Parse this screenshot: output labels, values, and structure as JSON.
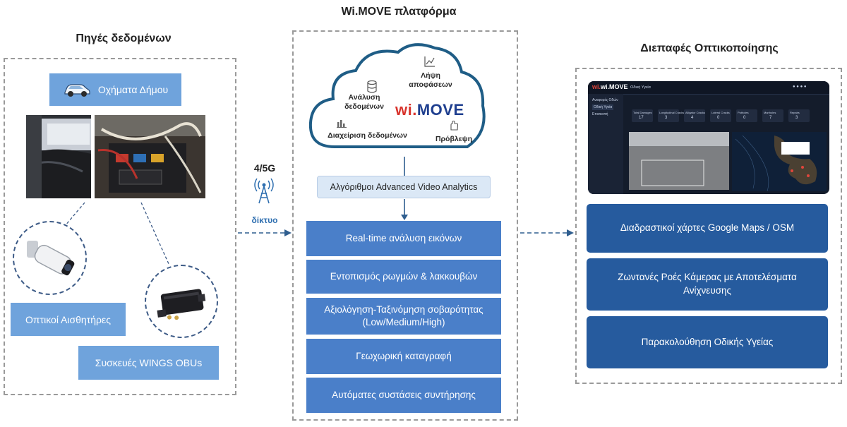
{
  "headings": {
    "sources": "Πηγές δεδομένων",
    "platform": "Wi.MOVE πλατφόρμα",
    "interfaces": "Διεπαφές Οπτικοποίησης"
  },
  "sources": {
    "vehicles": "Οχήματα Δήμου",
    "optical_sensors": "Οπτικοί Αισθητήρες",
    "obus": "Συσκευές WINGS OBUs"
  },
  "network": {
    "label_top": "4/5G",
    "label_bottom": "δίκτυο"
  },
  "cloud": {
    "brand": "wi.MOVE",
    "analysis": "Ανάλυση δεδομένων",
    "decisions": "Λήψη αποφάσεων",
    "management": "Διαχείριση δεδομένων",
    "prediction": "Πρόβλεψη"
  },
  "platform": {
    "algorithms": "Αλγόριθμοι Advanced Video Analytics",
    "steps": [
      "Real-time ανάλυση εικόνων",
      "Εντοπισμός ρωγμών & λακκουβών",
      "Αξιολόγηση-Ταξινόμηση σοβαρότητας (Low/Medium/High)",
      "Γεωχωρική καταγραφή",
      "Αυτόματες συστάσεις συντήρησης"
    ]
  },
  "interfaces": {
    "items": [
      "Διαδραστικοί χάρτες Google Maps / OSM",
      "Ζωντανές Ροές Κάμερας με Αποτελέσματα Ανίχνευσης",
      "Παρακολούθηση Οδικής Υγείας"
    ]
  },
  "dashboard": {
    "brand": "wi.MOVE",
    "page_title": "Οδική Υγεία",
    "nav_items": [
      "Αναφορές Οδών",
      "Οδική Υγεία",
      "Επισκοπή"
    ],
    "stats": [
      {
        "label": "Total Damages",
        "value": "17"
      },
      {
        "label": "Longitudinal Cracks",
        "value": "3"
      },
      {
        "label": "Alligator Cracks",
        "value": "4"
      },
      {
        "label": "Lateral Cracks",
        "value": "0"
      },
      {
        "label": "Potholes",
        "value": "0"
      },
      {
        "label": "Manholes",
        "value": "7"
      },
      {
        "label": "Repairs",
        "value": "3"
      }
    ]
  },
  "colors": {
    "light_button": "#6fa3dc",
    "step_bar": "#4a7fc9",
    "interface_button": "#265b9e",
    "connector": "#2f5e8f",
    "cloud_outline": "#1f5d86"
  }
}
